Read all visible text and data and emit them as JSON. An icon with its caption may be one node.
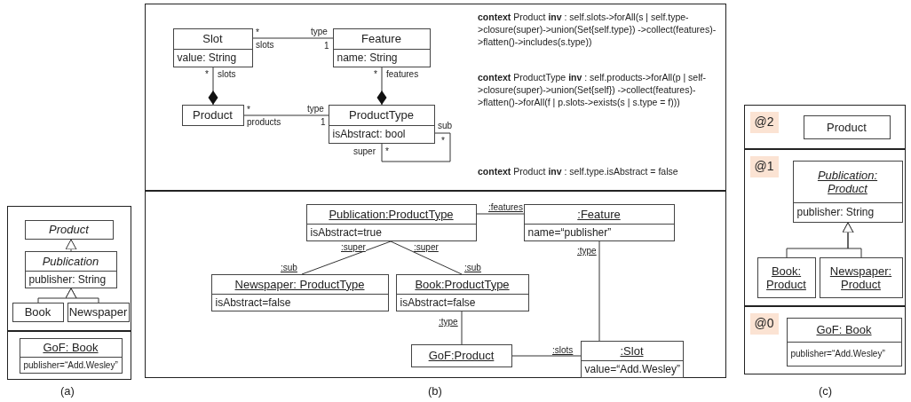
{
  "diagram": {
    "nodes": [
      {
        "text": [],
        "shape": "box"
      },
      {
        "text": [
          "Product"
        ],
        "in": 0
      },
      {
        "text": [
          "Publication",
          "publisher: String"
        ],
        "in": 0
      },
      {
        "text": [
          "Book"
        ],
        "in": 0
      },
      {
        "text": [
          "Newspaper"
        ],
        "in": 0
      },
      {
        "text": [],
        "shape": "box"
      },
      {
        "text": [
          "GoF: Book",
          "publisher=“Add.Wesley”"
        ],
        "in": 5
      },
      {
        "text": [],
        "shape": "box"
      },
      {
        "text": [
          "Slot",
          "value: String"
        ],
        "in": 7
      },
      {
        "text": [
          "Feature",
          "name: String"
        ],
        "in": 7
      },
      {
        "text": [
          "Product"
        ],
        "in": 7
      },
      {
        "text": [
          "ProductType",
          "isAbstract: bool"
        ],
        "in": 7
      },
      {
        "text": [],
        "shape": "box"
      },
      {
        "text": [
          "Publication:ProductType",
          "isAbstract=true"
        ],
        "in": 12
      },
      {
        "text": [
          ":Feature",
          "name=“publisher”"
        ],
        "in": 12
      },
      {
        "text": [
          "Newspaper: ProductType",
          "isAbstract=false"
        ],
        "in": 12
      },
      {
        "text": [
          "Book:ProductType",
          "isAbstract=false"
        ],
        "in": 12
      },
      {
        "text": [
          "GoF:Product"
        ],
        "in": 12
      },
      {
        "text": [
          ":Slot",
          "value=“Add.Wesley”"
        ],
        "in": 12
      },
      {
        "text": [],
        "shape": "box"
      },
      {
        "text": [
          "@2"
        ],
        "in": 19
      },
      {
        "text": [
          "Product"
        ],
        "in": 19
      },
      {
        "text": [],
        "shape": "box"
      },
      {
        "text": [
          "@1"
        ],
        "in": 22
      },
      {
        "text": [
          "Publication: Product",
          "publisher: String"
        ],
        "in": 22
      },
      {
        "text": [
          "Book: Product"
        ],
        "in": 22
      },
      {
        "text": [
          "Newspaper: Product"
        ],
        "in": 22
      },
      {
        "text": [],
        "shape": "box"
      },
      {
        "text": [
          "@0"
        ],
        "in": 27
      },
      {
        "text": [
          "GoF: Book",
          "publisher=“Add.Wesley”"
        ],
        "in": 27
      }
    ],
    "edges": [
      {
        "from": 2,
        "to": 1,
        "arrow": "to"
      },
      {
        "from": 3,
        "to": 2,
        "arrow": "to"
      },
      {
        "from": 4,
        "to": 2,
        "arrow": "to"
      },
      {
        "from": 8,
        "to": 9,
        "arrow": "none"
      },
      {
        "from": 8,
        "to": 10,
        "arrow": "other"
      },
      {
        "from": 9,
        "to": 11,
        "arrow": "other"
      },
      {
        "from": 10,
        "to": 11,
        "arrow": "none"
      },
      {
        "from": 11,
        "to": 11,
        "arrow": "none"
      },
      {
        "from": 13,
        "to": 14,
        "arrow": "none",
        "label": ":features"
      },
      {
        "from": 13,
        "to": 15,
        "arrow": "none"
      },
      {
        "from": 13,
        "to": 16,
        "arrow": "none"
      },
      {
        "from": 14,
        "to": 18,
        "arrow": "none",
        "label": ":type"
      },
      {
        "from": 16,
        "to": 17,
        "arrow": "none",
        "label": ":type"
      },
      {
        "from": 17,
        "to": 18,
        "arrow": "none",
        "label": ":slots"
      },
      {
        "from": 25,
        "to": 24,
        "arrow": "to"
      },
      {
        "from": 26,
        "to": 24,
        "arrow": "to"
      }
    ],
    "labels": [
      "*",
      "slots",
      "type",
      "1",
      "*",
      "slots",
      "*",
      "features",
      "*",
      "products",
      "type",
      "1",
      "sub",
      "*",
      "super",
      "*",
      "**context** Product **inv** : self.slots->forAll(s | self.type->closure(super)->union(Set{self.type}) ->collect(features)->flatten()->includes(s.type))",
      "**context** ProductType **inv** : self.products->forAll(p | self->closure(super)->union(Set{self}) ->collect(features)->flatten()->forAll(f | p.slots->exists(s | s.type = f)))",
      "**context** Product **inv** : self.type.isAbstract = false",
      ":super",
      ":sub",
      ":super",
      ":sub",
      "(a)",
      "(b)",
      "(c)"
    ]
  }
}
